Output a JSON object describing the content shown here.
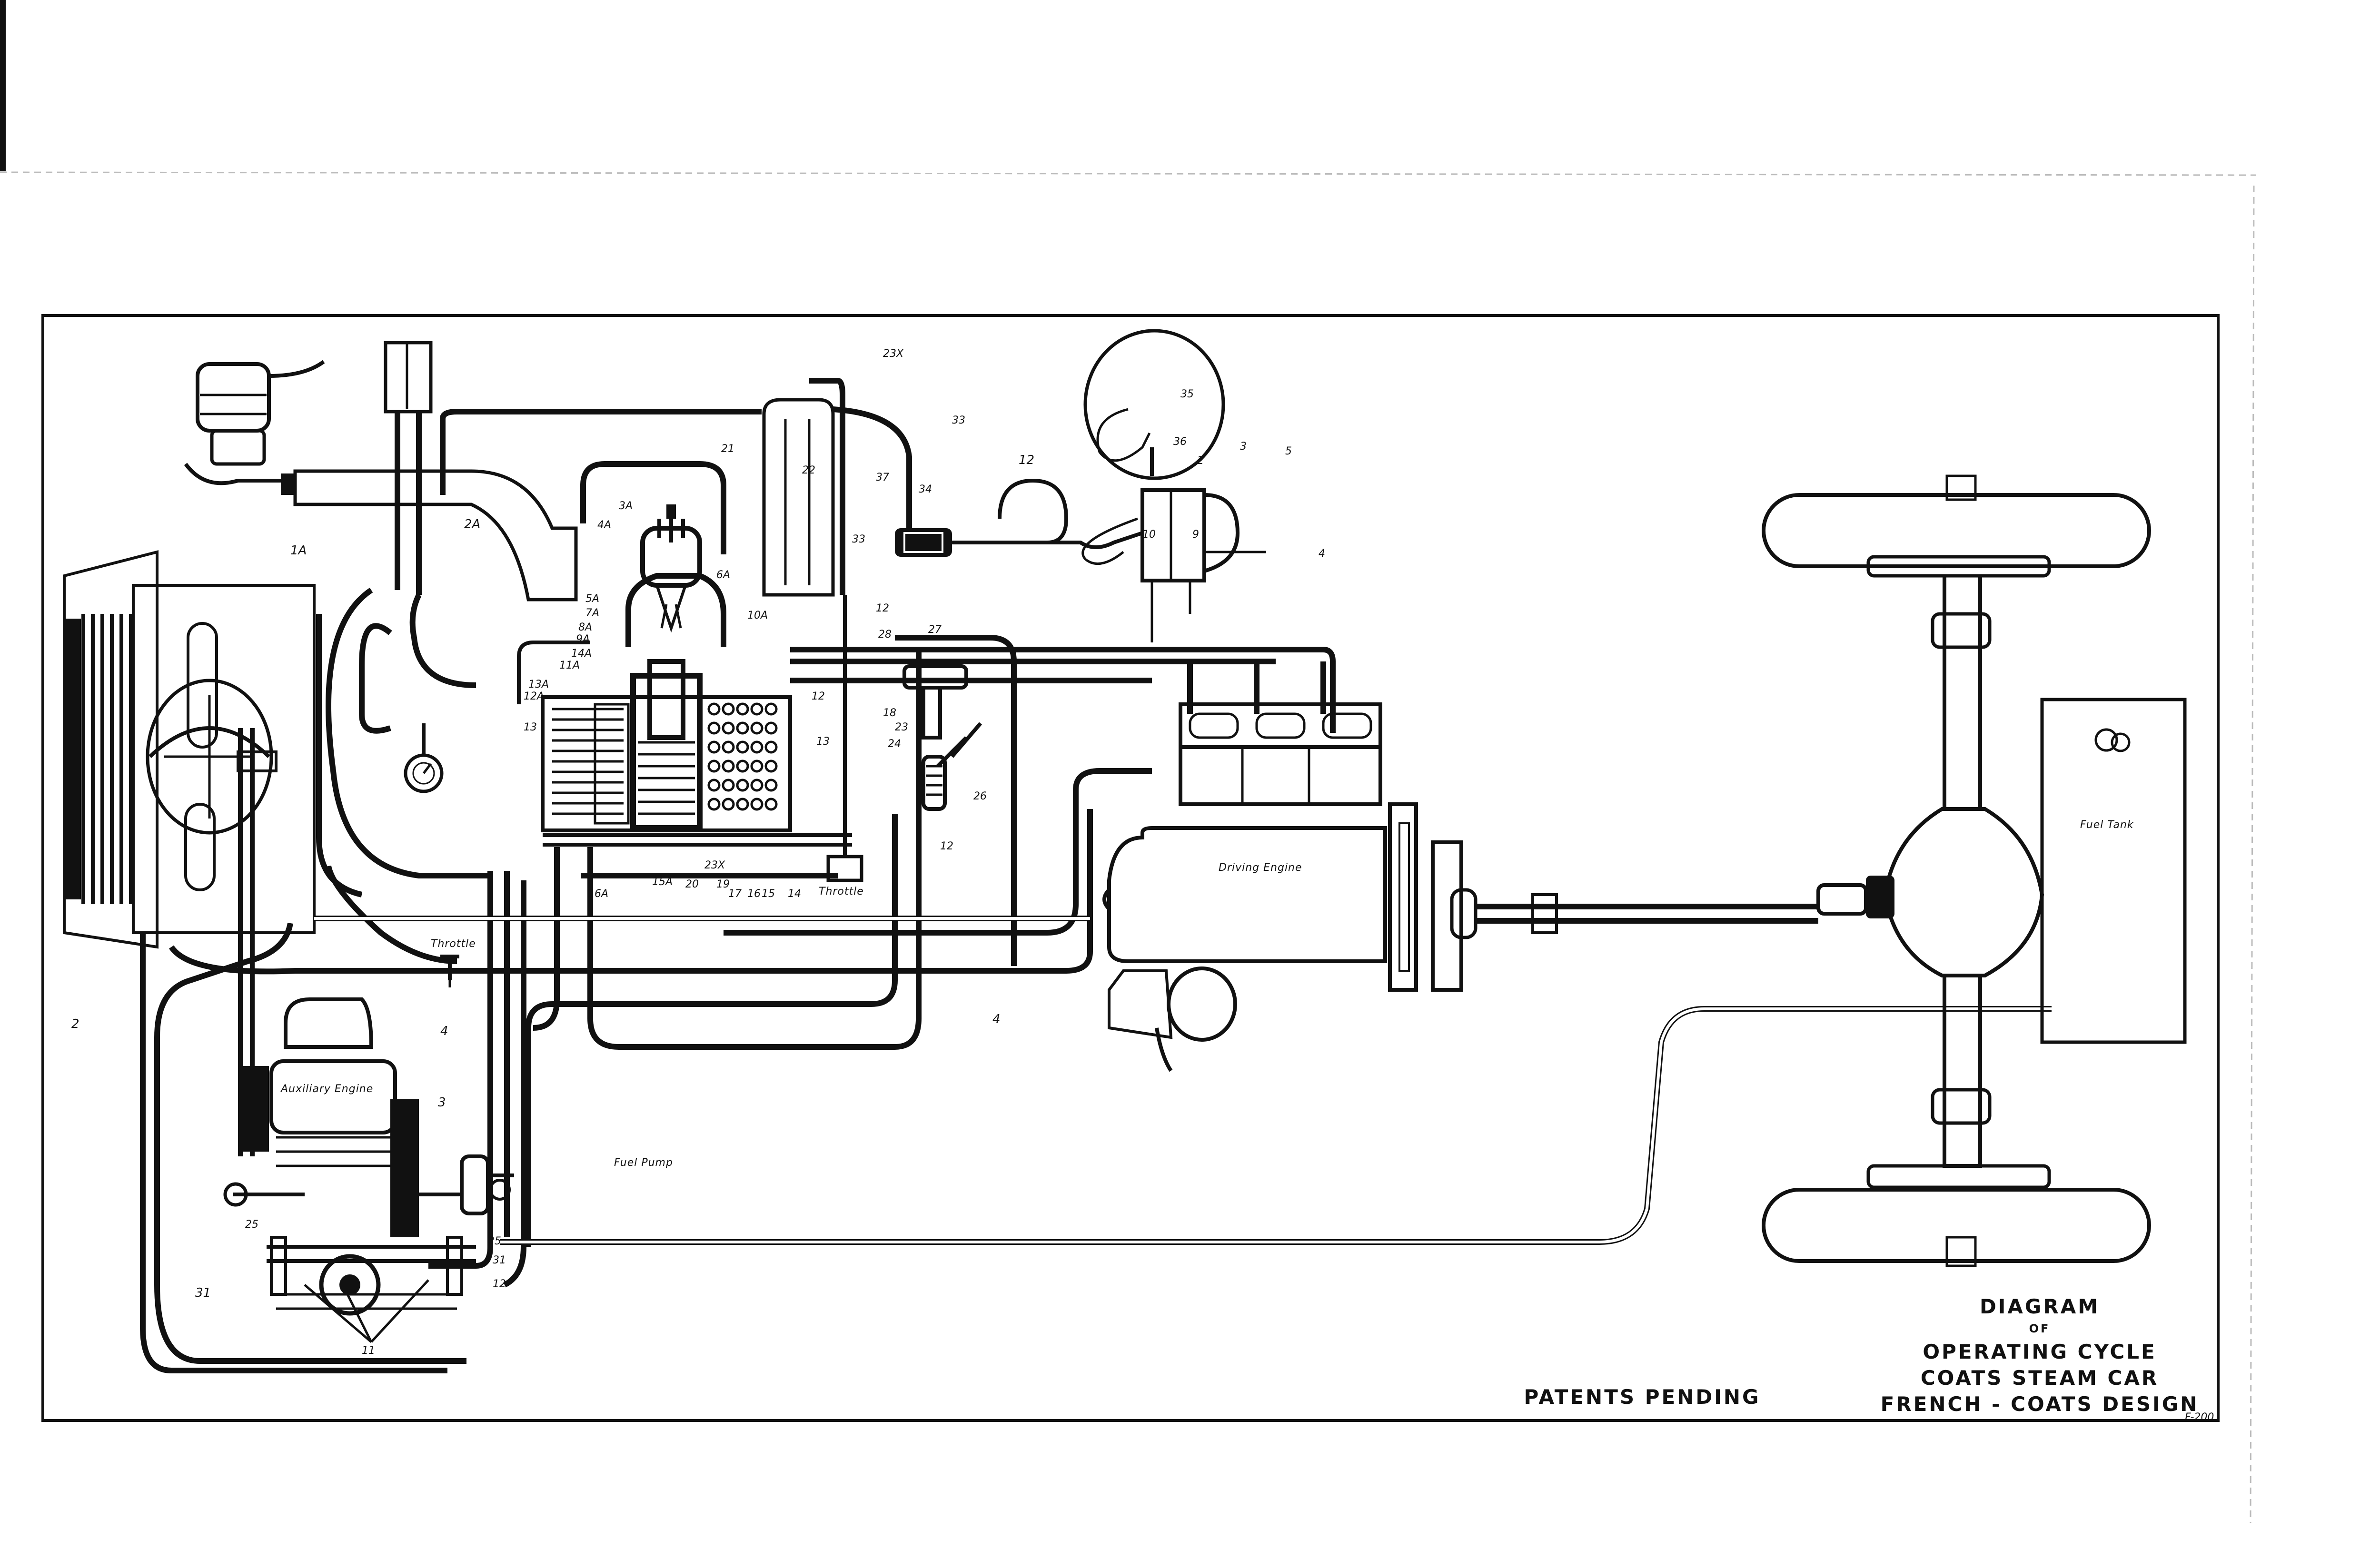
{
  "title": {
    "line1": "DIAGRAM",
    "line2": "OF",
    "line3": "OPERATING CYCLE",
    "line4": "COATS STEAM CAR",
    "line5": "FRENCH - COATS DESIGN"
  },
  "patents": "PATENTS PENDING",
  "components": {
    "driving_engine": "Driving Engine",
    "auxiliary_engine": "Auxiliary Engine",
    "fuel_tank": "Fuel Tank",
    "fuel_pump": "Fuel Pump",
    "throttle_main": "Throttle",
    "throttle_aux": "Throttle"
  },
  "labels": {
    "l_1A": "1A",
    "l_2": "2",
    "l_2A": "2A",
    "l_3": "3",
    "l_3A": "3A",
    "l_4A": "4A",
    "l_4a": "4",
    "l_4b": "4",
    "l_4c": "4",
    "l_5A": "5A",
    "l_6A": "6A",
    "l_7A": "7A",
    "l_8A": "8A",
    "l_9A": "9A",
    "l_10A": "10A",
    "l_11A": "11A",
    "l_12A": "12A",
    "l_13A": "13A",
    "l_14A": "14A",
    "l_15A": "15A",
    "l_16A": "16A",
    "l_12a": "12",
    "l_12b": "12",
    "l_12c": "12",
    "l_12d": "12",
    "l_12e": "12",
    "l_13a": "13",
    "l_13b": "13",
    "l_14": "14",
    "l_15": "15",
    "l_16": "16",
    "l_17": "17",
    "l_18": "18",
    "l_19": "19",
    "l_20": "20",
    "l_21": "21",
    "l_22": "22",
    "l_23": "23",
    "l_23X_top": "23X",
    "l_23X_bot": "23X",
    "l_24": "24",
    "l_25a": "25",
    "l_25b": "25",
    "l_26": "26",
    "l_27": "27",
    "l_28": "28",
    "l_31a": "31",
    "l_31b": "31",
    "l_33a": "33",
    "l_33b": "33",
    "l_34": "34",
    "l_35": "35",
    "l_36": "36",
    "l_37": "37",
    "l_2b": "2",
    "l_3b": "3",
    "l_5": "5",
    "l_9": "9",
    "l_10": "10",
    "l_11": "11",
    "drawing_no": "F-200"
  }
}
